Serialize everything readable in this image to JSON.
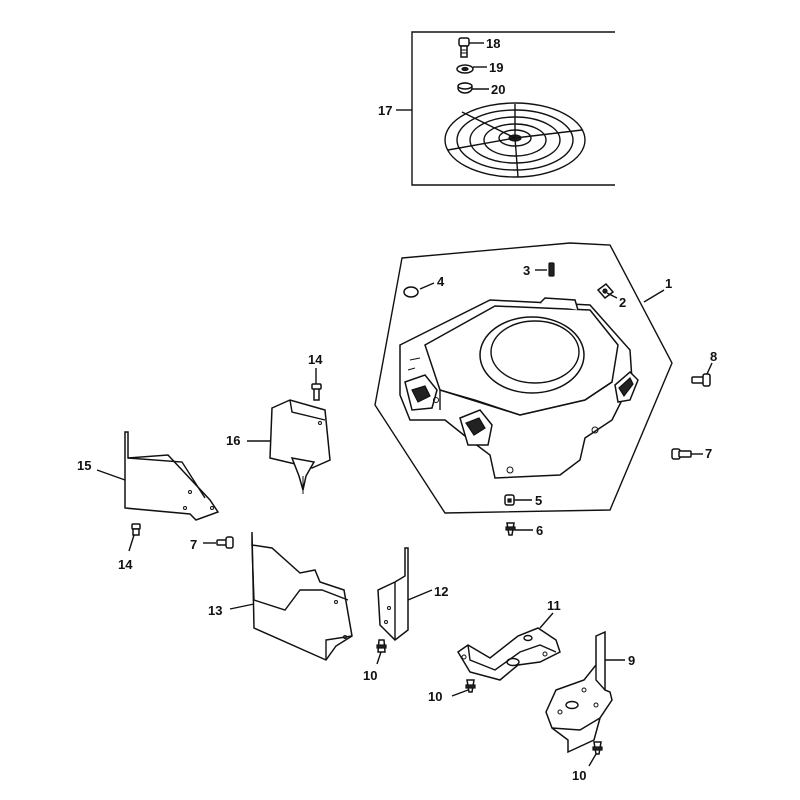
{
  "callouts": {
    "c1": "1",
    "c2": "2",
    "c3": "3",
    "c4": "4",
    "c5": "5",
    "c6": "6",
    "c7a": "7",
    "c7b": "7",
    "c8": "8",
    "c9": "9",
    "c10a": "10",
    "c10b": "10",
    "c10c": "10",
    "c11": "11",
    "c12": "12",
    "c13": "13",
    "c14a": "14",
    "c14b": "14",
    "c15": "15",
    "c16": "16",
    "c17": "17",
    "c18": "18",
    "c19": "19",
    "c20": "20"
  }
}
